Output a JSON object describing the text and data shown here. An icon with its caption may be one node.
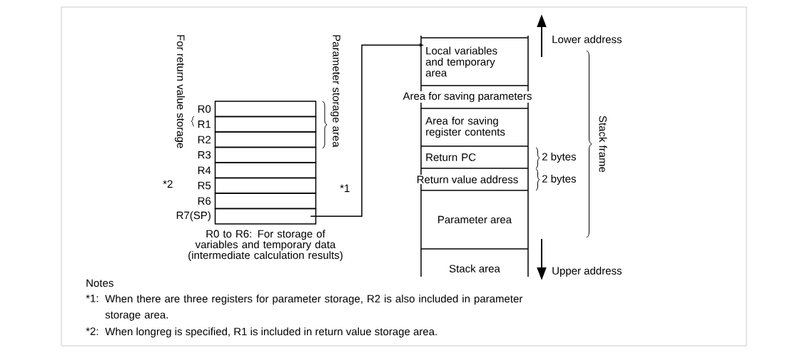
{
  "diagram": {
    "nodes": [
      {
        "text": [],
        "shape": "box",
        "beside": [
          "R0"
        ]
      },
      {
        "text": [],
        "shape": "box",
        "beside": [
          "R1"
        ]
      },
      {
        "text": [],
        "shape": "box",
        "beside": [
          "R2"
        ]
      },
      {
        "text": [],
        "shape": "box",
        "beside": [
          "R3"
        ]
      },
      {
        "text": [],
        "shape": "box",
        "beside": [
          "R4"
        ]
      },
      {
        "text": [],
        "shape": "box",
        "beside": [
          "R5"
        ]
      },
      {
        "text": [],
        "shape": "box",
        "beside": [
          "R6"
        ]
      },
      {
        "text": [],
        "shape": "box",
        "beside": [
          "R7(SP)"
        ]
      },
      {
        "text": [
          "Local variables and temporary area"
        ]
      },
      {
        "text": [
          "Area for saving parameters"
        ]
      },
      {
        "text": [
          "Area for saving register contents"
        ]
      },
      {
        "text": [
          "Return PC"
        ]
      },
      {
        "text": [
          "Return value address"
        ]
      },
      {
        "text": [
          "Parameter area"
        ]
      },
      {
        "text": [
          "Stack area"
        ]
      }
    ],
    "edges": [
      {
        "from": 7,
        "to": 8,
        "arrow": "to"
      }
    ],
    "labels": [
      "For return value storage",
      "*2",
      "Parameter storage area",
      "*1",
      "Lower address",
      "2 bytes",
      "2 bytes",
      "Stack frame",
      "R0 to R6:  For storage of variables and temporary data (intermediate calculation results)",
      "Upper address",
      "Notes",
      "*1:",
      "When there are three registers for parameter storage, R2 is also included in parameter storage area.",
      "*2:",
      "When longreg is specified, R1 is included in return value storage area."
    ]
  }
}
